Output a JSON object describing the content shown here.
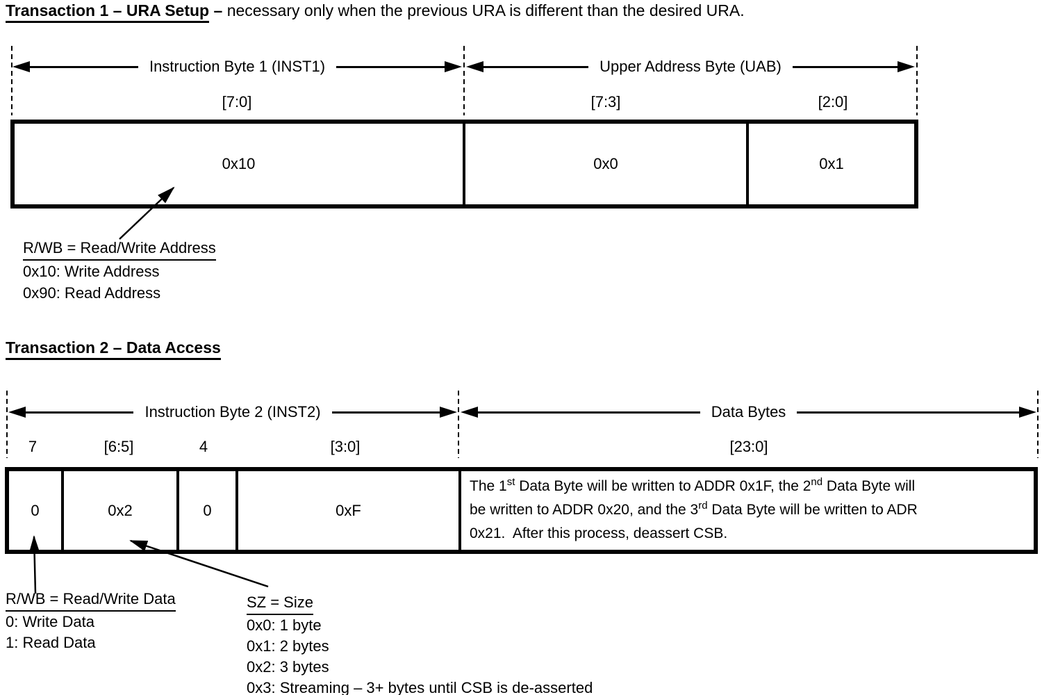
{
  "palette": {
    "ink": "#000000",
    "background": "#ffffff"
  },
  "transaction1": {
    "heading": {
      "title": "Transaction 1 – URA Setup",
      "dash": " – ",
      "rest": "necessary only when the previous URA is different than the desired URA."
    },
    "dim_labels": [
      "Instruction Byte 1 (INST1)",
      "Upper Address Byte (UAB)"
    ],
    "bit_labels": [
      "[7:0]",
      "[7:3]",
      "[2:0]"
    ],
    "cells": [
      "0x10",
      "0x0",
      "0x1"
    ],
    "note": {
      "header": "R/WB = Read/Write Address",
      "lines": [
        "0x10: Write Address",
        "0x90: Read Address"
      ]
    }
  },
  "transaction2": {
    "heading": {
      "title": "Transaction 2 – Data Access"
    },
    "dim_labels": [
      "Instruction Byte 2 (INST2)",
      "Data Bytes"
    ],
    "bit_labels": [
      "7",
      "[6:5]",
      "4",
      "[3:0]",
      "[23:0]"
    ],
    "cells": [
      "0",
      "0x2",
      "0",
      "0xF"
    ],
    "data_cell_lines": [
      [
        {
          "text": "The 1"
        },
        {
          "sup": "st"
        },
        {
          "text": " Data Byte will be written to ADDR 0x1F, the 2"
        },
        {
          "sup": "nd"
        },
        {
          "text": " Data Byte will"
        }
      ],
      [
        {
          "text": "be written to ADDR 0x20, and the 3"
        },
        {
          "sup": "rd"
        },
        {
          "text": " Data Byte will be written to ADR"
        }
      ],
      [
        {
          "text": "0x21.  After this process, deassert CSB."
        }
      ]
    ],
    "note_rwb": {
      "header": "R/WB = Read/Write Data",
      "lines": [
        "0: Write Data",
        "1: Read Data"
      ]
    },
    "note_sz": {
      "header": "SZ = Size",
      "lines": [
        "0x0: 1 byte",
        "0x1: 2 bytes",
        "0x2: 3 bytes",
        "0x3: Streaming – 3+ bytes until CSB is de-asserted"
      ]
    }
  }
}
